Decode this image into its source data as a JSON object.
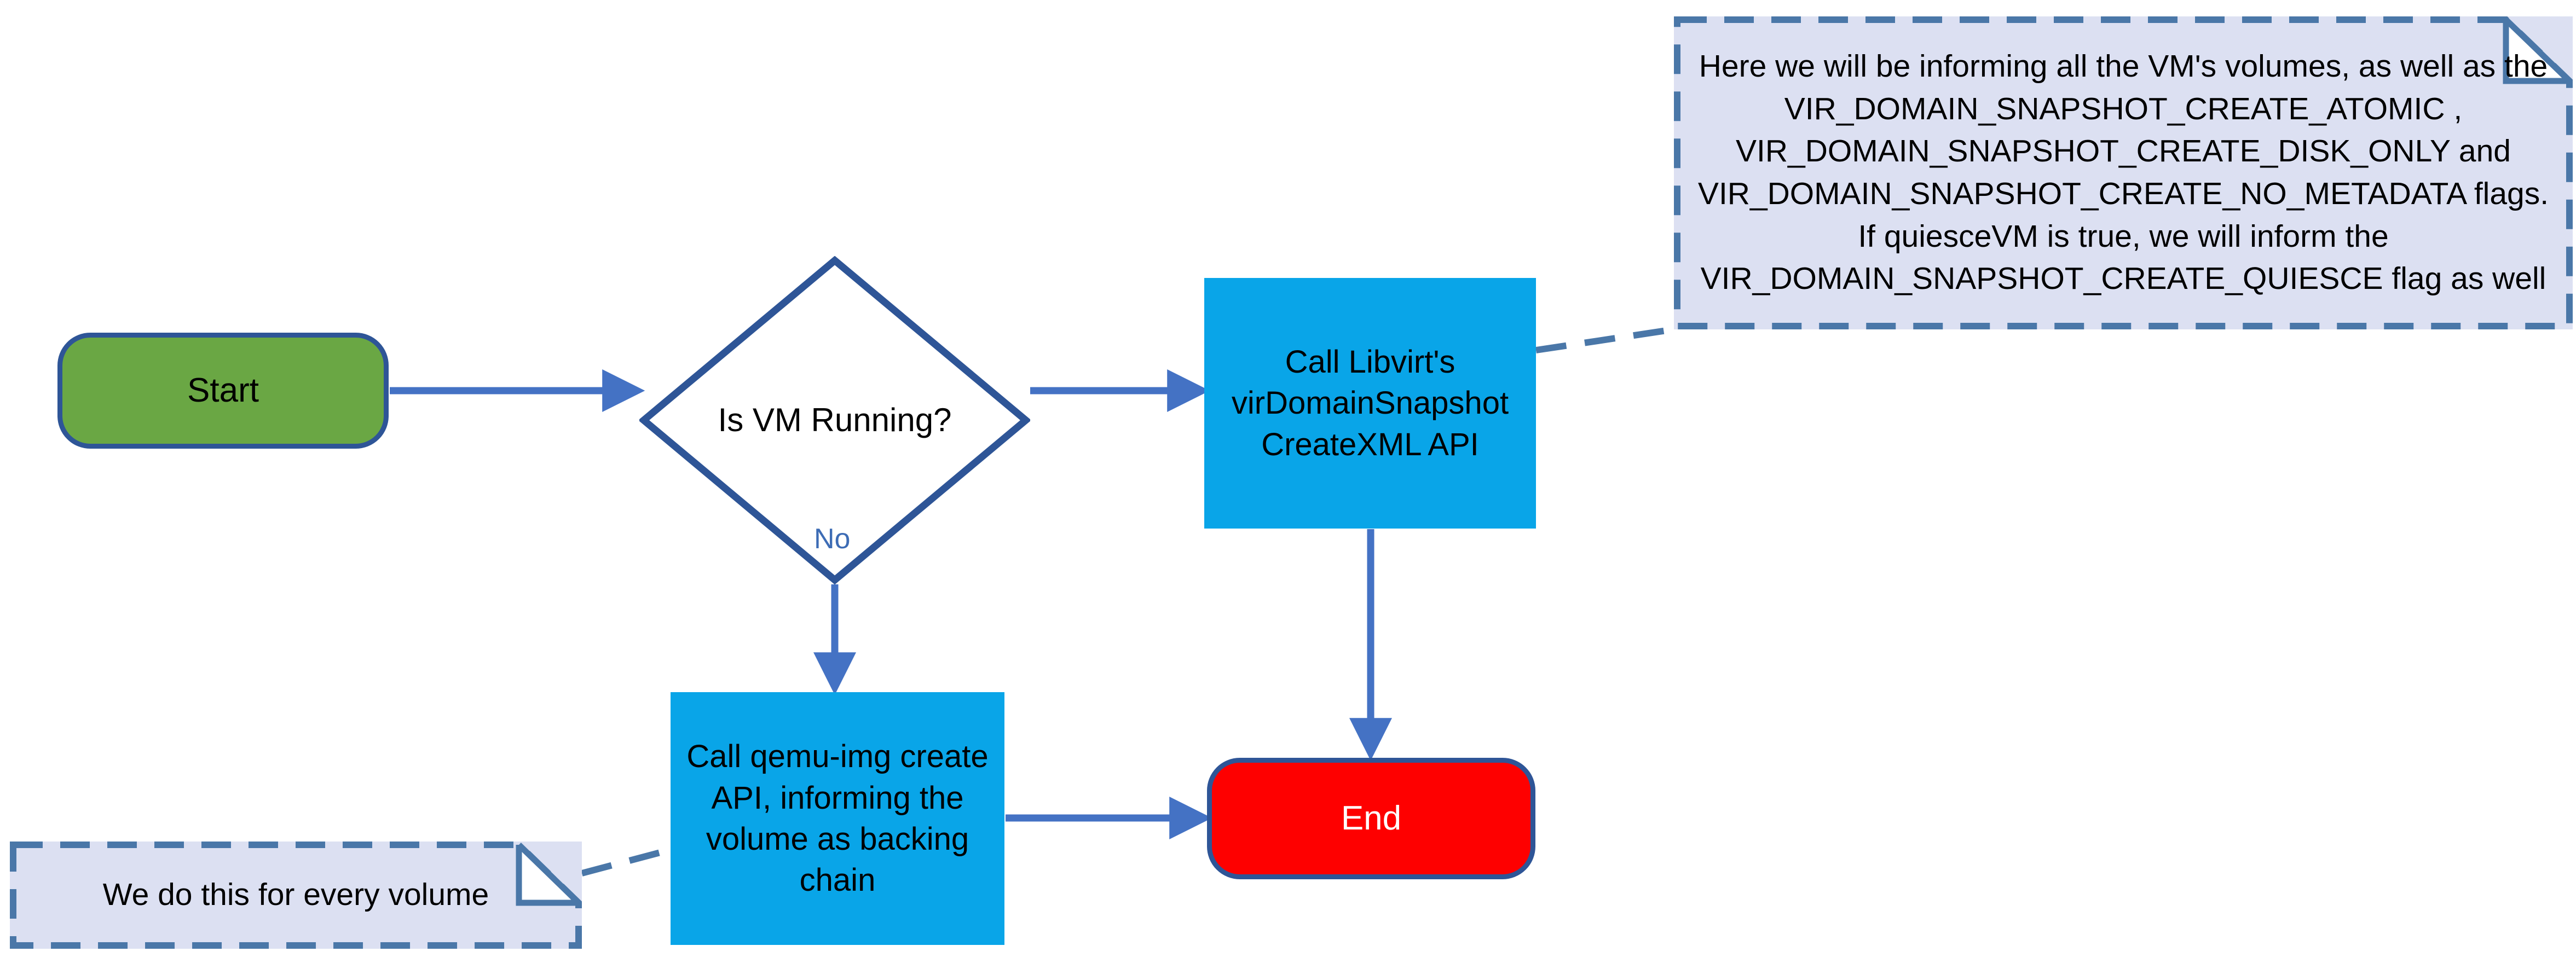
{
  "diagram": {
    "title": "VM snapshot creation flowchart",
    "background": "#FFFFFF",
    "colors": {
      "start_fill": "#6AA744",
      "end_fill": "#FE0000",
      "process_fill": "#09A5E8",
      "decision_fill": "#FFFFFF",
      "shape_stroke": "#2E5597",
      "arrow": "#4472C4",
      "callout_fill": "#DCE0F2",
      "callout_stroke": "#4A77A8",
      "edge_label_text": "#3D6CB5",
      "end_text": "#FFFFFF",
      "node_text": "#000000"
    }
  },
  "nodes": {
    "start": {
      "label": "Start",
      "shape": "terminator"
    },
    "decision": {
      "label": "Is VM Running?",
      "shape": "diamond"
    },
    "libvirt": {
      "label": "Call Libvirt's virDomainSnapshot CreateXML API",
      "shape": "process"
    },
    "qemu": {
      "label": "Call qemu-img create API, informing the volume as backing chain",
      "shape": "process"
    },
    "end": {
      "label": "End",
      "shape": "terminator"
    }
  },
  "edges": [
    {
      "from": "start",
      "to": "decision",
      "label": ""
    },
    {
      "from": "decision",
      "to": "libvirt",
      "label": ""
    },
    {
      "from": "decision",
      "to": "qemu",
      "label": "No"
    },
    {
      "from": "libvirt",
      "to": "end",
      "label": ""
    },
    {
      "from": "qemu",
      "to": "end",
      "label": ""
    }
  ],
  "edge_labels": {
    "no": "No"
  },
  "callouts": {
    "top": {
      "text": "Here we will be informing all the VM's volumes, as well as the VIR_DOMAIN_SNAPSHOT_CREATE_ATOMIC , VIR_DOMAIN_SNAPSHOT_CREATE_DISK_ONLY and VIR_DOMAIN_SNAPSHOT_CREATE_NO_METADATA flags. If quiesceVM is true, we will inform the VIR_DOMAIN_SNAPSHOT_CREATE_QUIESCE flag as well",
      "attached_to": "libvirt"
    },
    "bottom": {
      "text": "We do this for every volume",
      "attached_to": "qemu"
    }
  }
}
